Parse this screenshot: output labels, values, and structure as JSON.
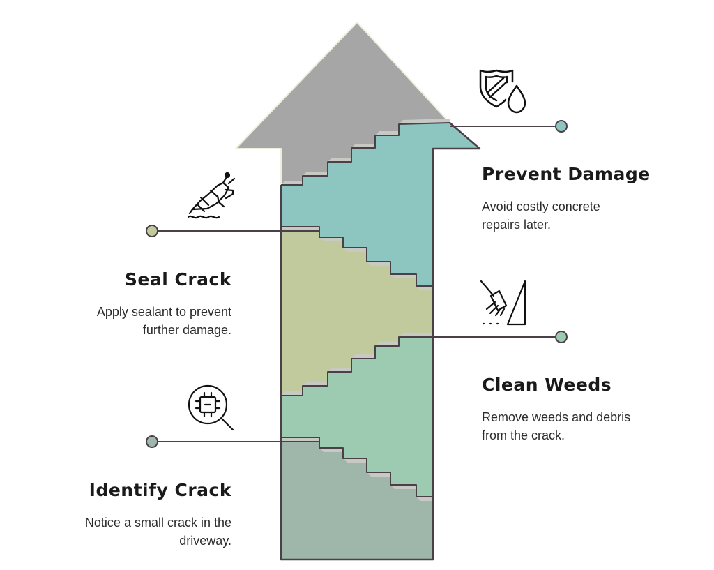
{
  "steps": [
    {
      "title": "Prevent Damage",
      "description_line1": "Avoid costly concrete",
      "description_line2": "repairs later.",
      "icon": "shield-water-drop-icon",
      "color": "#8dc6c0"
    },
    {
      "title": "Seal Crack",
      "description_line1": "Apply sealant to prevent",
      "description_line2": "further damage.",
      "icon": "sealant-gun-icon",
      "color": "#c1ca9d"
    },
    {
      "title": "Clean Weeds",
      "description_line1": "Remove weeds and debris",
      "description_line2": "from the crack.",
      "icon": "rake-sweep-icon",
      "color": "#9dcbb1"
    },
    {
      "title": "Identify Crack",
      "description_line1": "Notice a small crack in the",
      "description_line2": "driveway.",
      "icon": "magnifier-inspect-icon",
      "color": "#9fb7ab"
    }
  ],
  "arrow_head_color": "#a6a6a6",
  "outline_color": "#4a4048",
  "step_shadow_color": "#b7b7b7"
}
